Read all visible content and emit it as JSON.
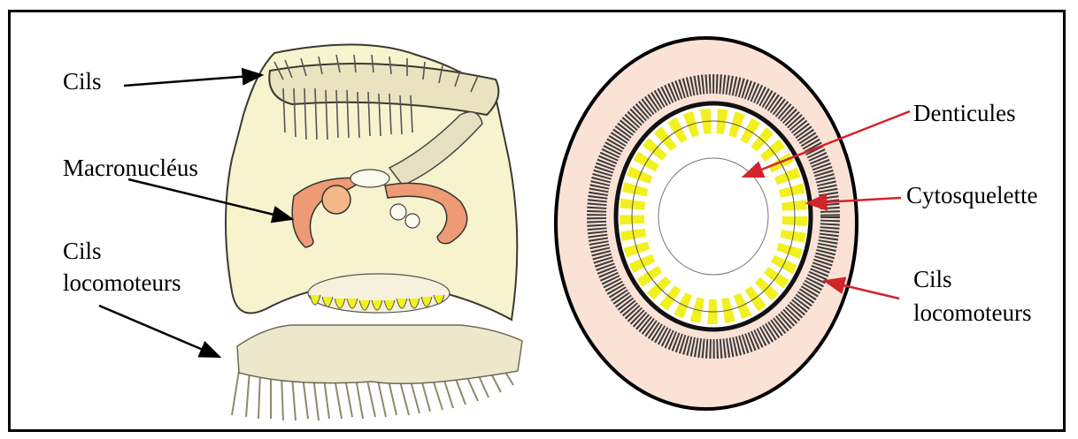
{
  "figure": {
    "left_panel": {
      "labels": {
        "cils": "Cils",
        "macronucleus": "Macronucléus",
        "cils_locomoteurs_line1": "Cils",
        "cils_locomoteurs_line2": "locomoteurs"
      }
    },
    "right_panel": {
      "labels": {
        "denticules": "Denticules",
        "cytosquelette": "Cytosquelette",
        "cils_locomoteurs_line1": "Cils",
        "cils_locomoteurs_line2": "locomoteurs"
      }
    }
  },
  "colors": {
    "cell_body": "#f7f3cf",
    "macronucleus": "#ee9a74",
    "denticle_yellow": "#f2f01e",
    "right_disc": "#fbe2d6",
    "arrow_black": "#000000",
    "arrow_red": "#d2232a"
  }
}
